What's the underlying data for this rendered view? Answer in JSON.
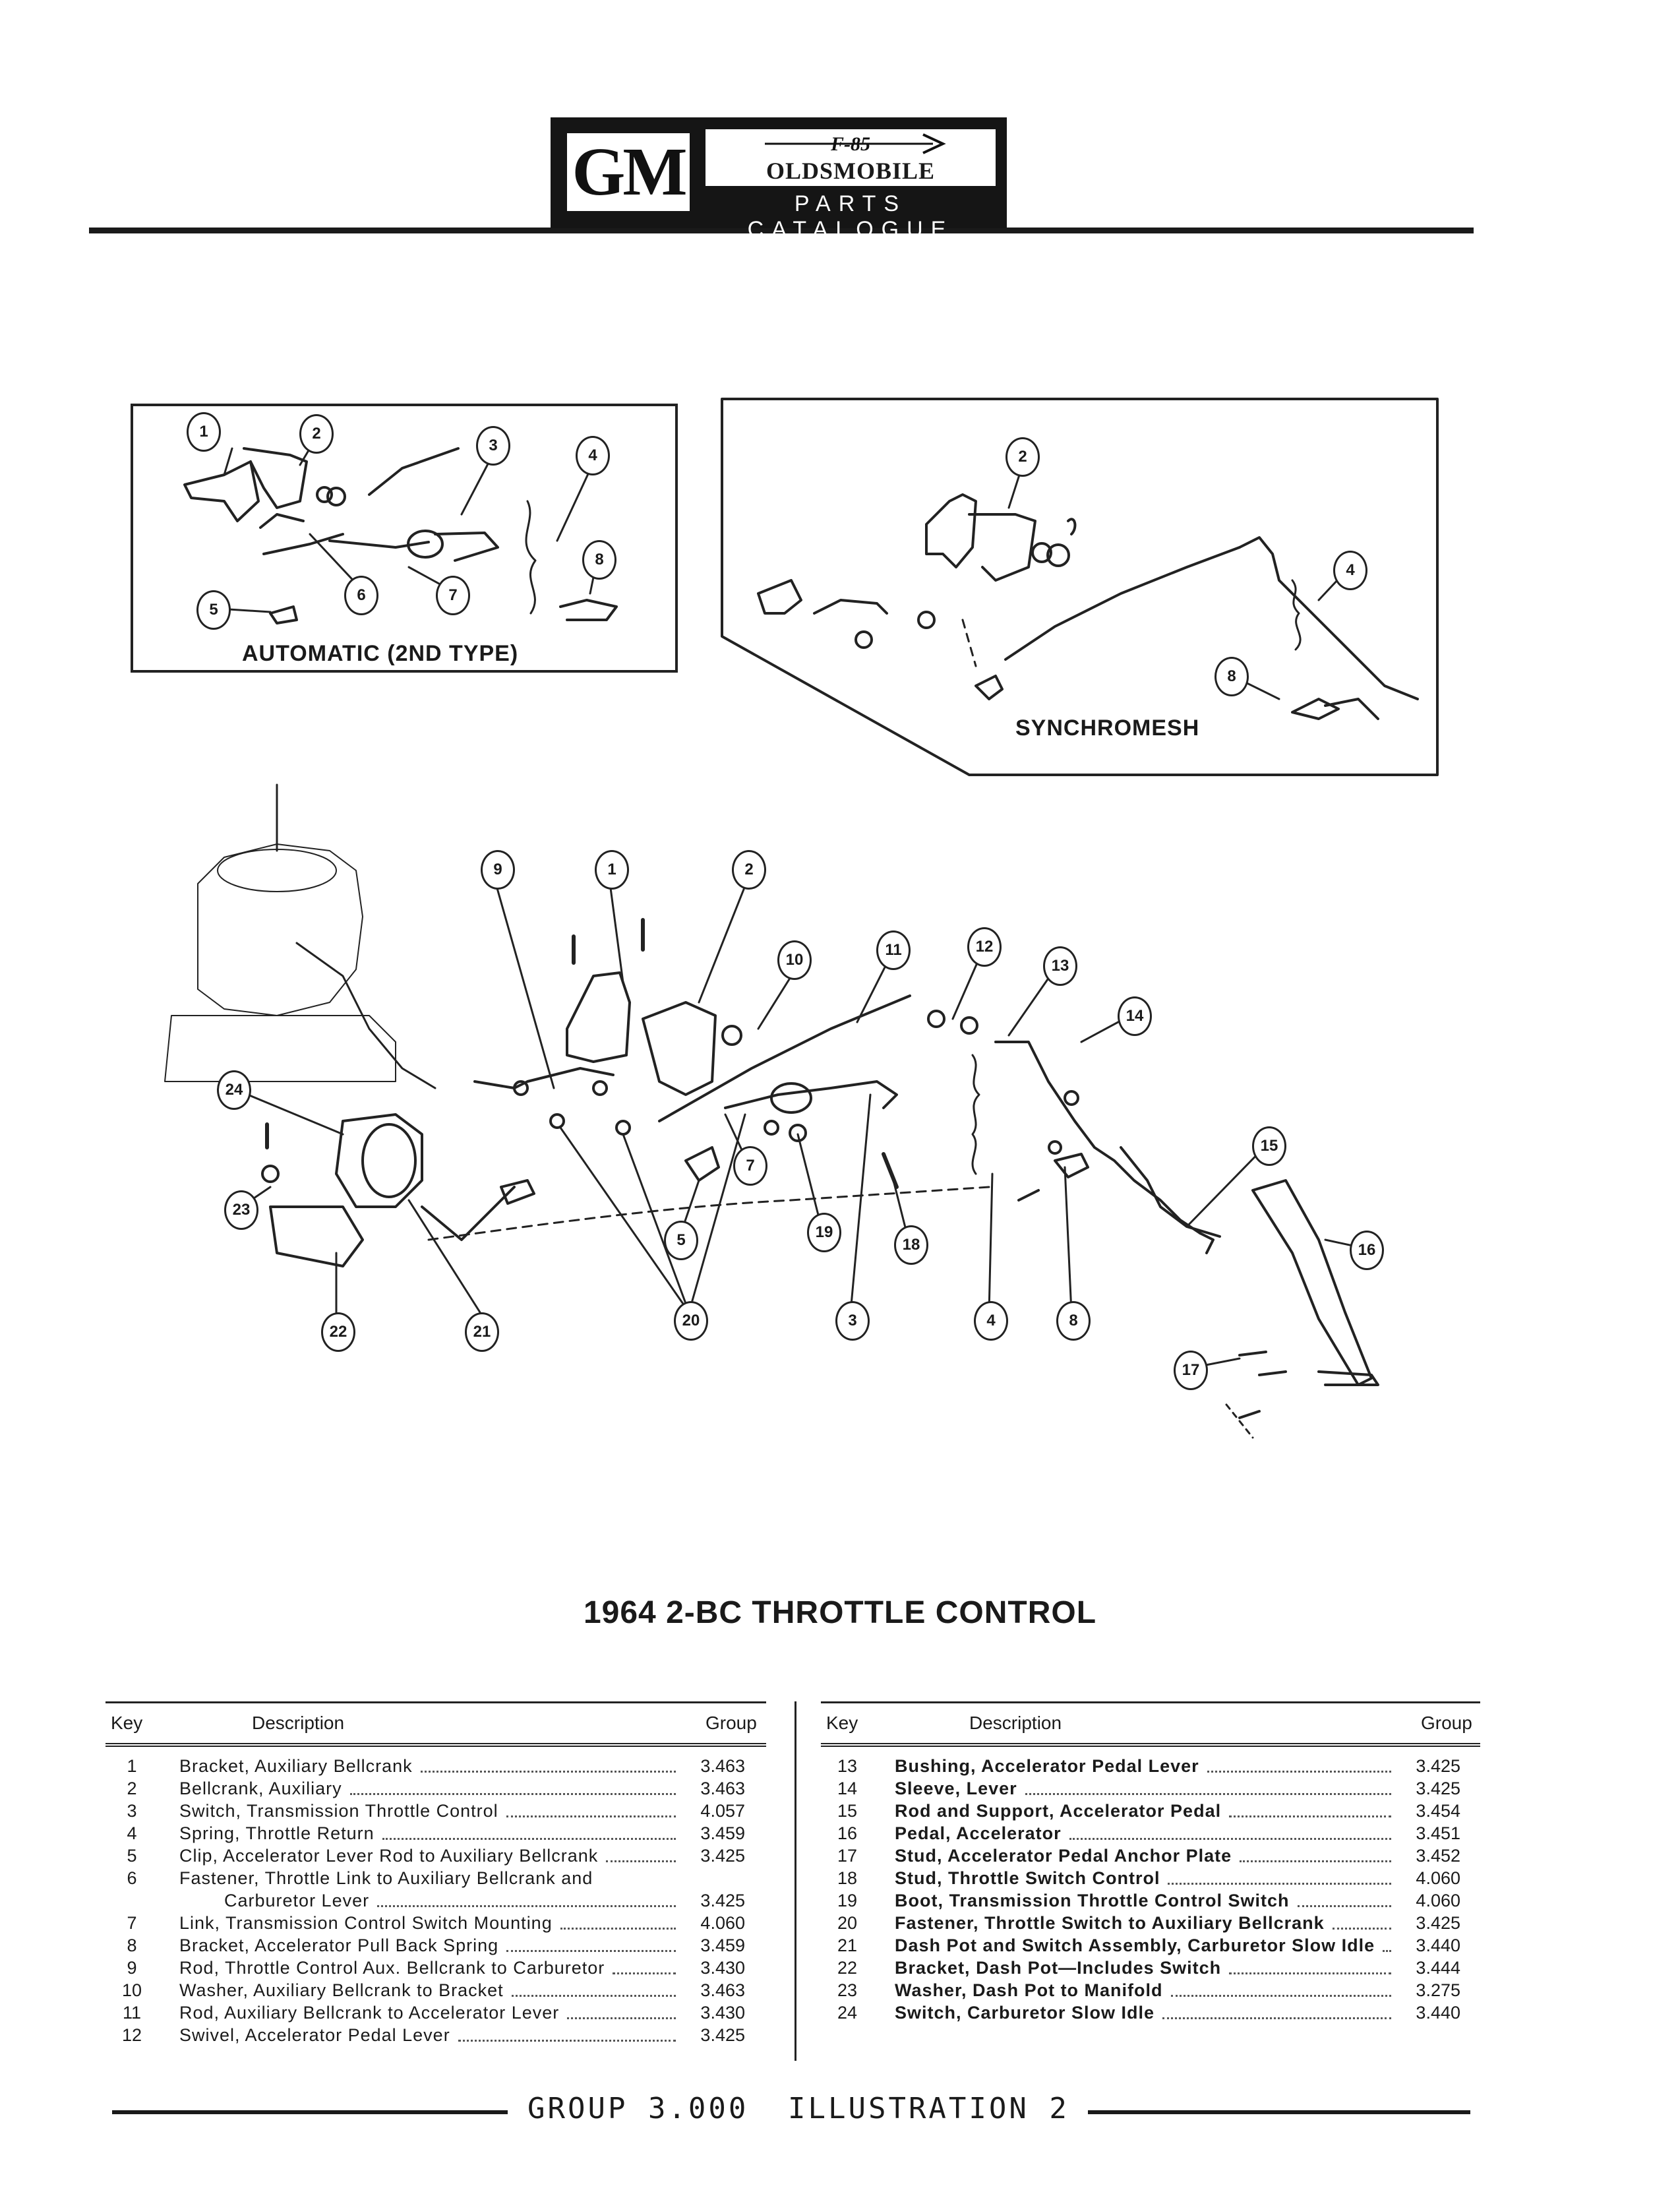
{
  "header": {
    "logo": "GM",
    "model": "F-85",
    "make": "OLDSMOBILE",
    "catalogue": "PARTS CATALOGUE"
  },
  "insets": {
    "automatic_label": "AUTOMATIC (2ND TYPE)",
    "synchromesh_label": "SYNCHROMESH"
  },
  "callouts": {
    "auto": [
      "1",
      "2",
      "3",
      "4",
      "5",
      "6",
      "7",
      "8"
    ],
    "syn": [
      "2",
      "4",
      "8"
    ],
    "main": [
      "9",
      "1",
      "2",
      "10",
      "11",
      "12",
      "13",
      "14",
      "24",
      "7",
      "15",
      "23",
      "19",
      "18",
      "5",
      "16",
      "22",
      "21",
      "20",
      "3",
      "4",
      "8",
      "17"
    ]
  },
  "title": "1964 2-BC THROTTLE CONTROL",
  "table": {
    "headers": {
      "key": "Key",
      "description": "Description",
      "group": "Group"
    },
    "left": [
      {
        "key": "1",
        "desc": "Bracket, Auxiliary Bellcrank",
        "group": "3.463"
      },
      {
        "key": "2",
        "desc": "Bellcrank, Auxiliary",
        "group": "3.463"
      },
      {
        "key": "3",
        "desc": "Switch, Transmission Throttle Control",
        "group": "4.057"
      },
      {
        "key": "4",
        "desc": "Spring, Throttle Return",
        "group": "3.459"
      },
      {
        "key": "5",
        "desc": "Clip, Accelerator Lever Rod to Auxiliary Bellcrank",
        "group": "3.425"
      },
      {
        "key": "6",
        "desc": "Fastener, Throttle Link to Auxiliary Bellcrank and",
        "group": ""
      },
      {
        "key": "",
        "desc": "Carburetor Lever",
        "group": "3.425"
      },
      {
        "key": "7",
        "desc": "Link, Transmission Control Switch Mounting",
        "group": "4.060"
      },
      {
        "key": "8",
        "desc": "Bracket, Accelerator Pull Back Spring",
        "group": "3.459"
      },
      {
        "key": "9",
        "desc": "Rod, Throttle Control Aux. Bellcrank to Carburetor",
        "group": "3.430"
      },
      {
        "key": "10",
        "desc": "Washer, Auxiliary Bellcrank to Bracket",
        "group": "3.463"
      },
      {
        "key": "11",
        "desc": "Rod, Auxiliary Bellcrank to Accelerator Lever",
        "group": "3.430"
      },
      {
        "key": "12",
        "desc": "Swivel, Accelerator Pedal Lever",
        "group": "3.425"
      }
    ],
    "right": [
      {
        "key": "13",
        "desc": "Bushing, Accelerator Pedal Lever",
        "group": "3.425"
      },
      {
        "key": "14",
        "desc": "Sleeve, Lever",
        "group": "3.425"
      },
      {
        "key": "15",
        "desc": "Rod and Support, Accelerator Pedal",
        "group": "3.454"
      },
      {
        "key": "16",
        "desc": "Pedal, Accelerator",
        "group": "3.451"
      },
      {
        "key": "17",
        "desc": "Stud, Accelerator Pedal Anchor Plate",
        "group": "3.452"
      },
      {
        "key": "18",
        "desc": "Stud, Throttle Switch Control",
        "group": "4.060"
      },
      {
        "key": "19",
        "desc": "Boot, Transmission Throttle Control Switch",
        "group": "4.060"
      },
      {
        "key": "20",
        "desc": "Fastener, Throttle Switch to Auxiliary Bellcrank",
        "group": "3.425"
      },
      {
        "key": "21",
        "desc": "Dash Pot and Switch Assembly, Carburetor Slow Idle",
        "group": "3.440"
      },
      {
        "key": "22",
        "desc": "Bracket, Dash Pot—Includes Switch",
        "group": "3.444"
      },
      {
        "key": "23",
        "desc": "Washer, Dash Pot to Manifold",
        "group": "3.275"
      },
      {
        "key": "24",
        "desc": "Switch, Carburetor Slow Idle",
        "group": "3.440"
      }
    ]
  },
  "footer": {
    "group": "GROUP 3.000",
    "illustration": "ILLUSTRATION 2"
  }
}
